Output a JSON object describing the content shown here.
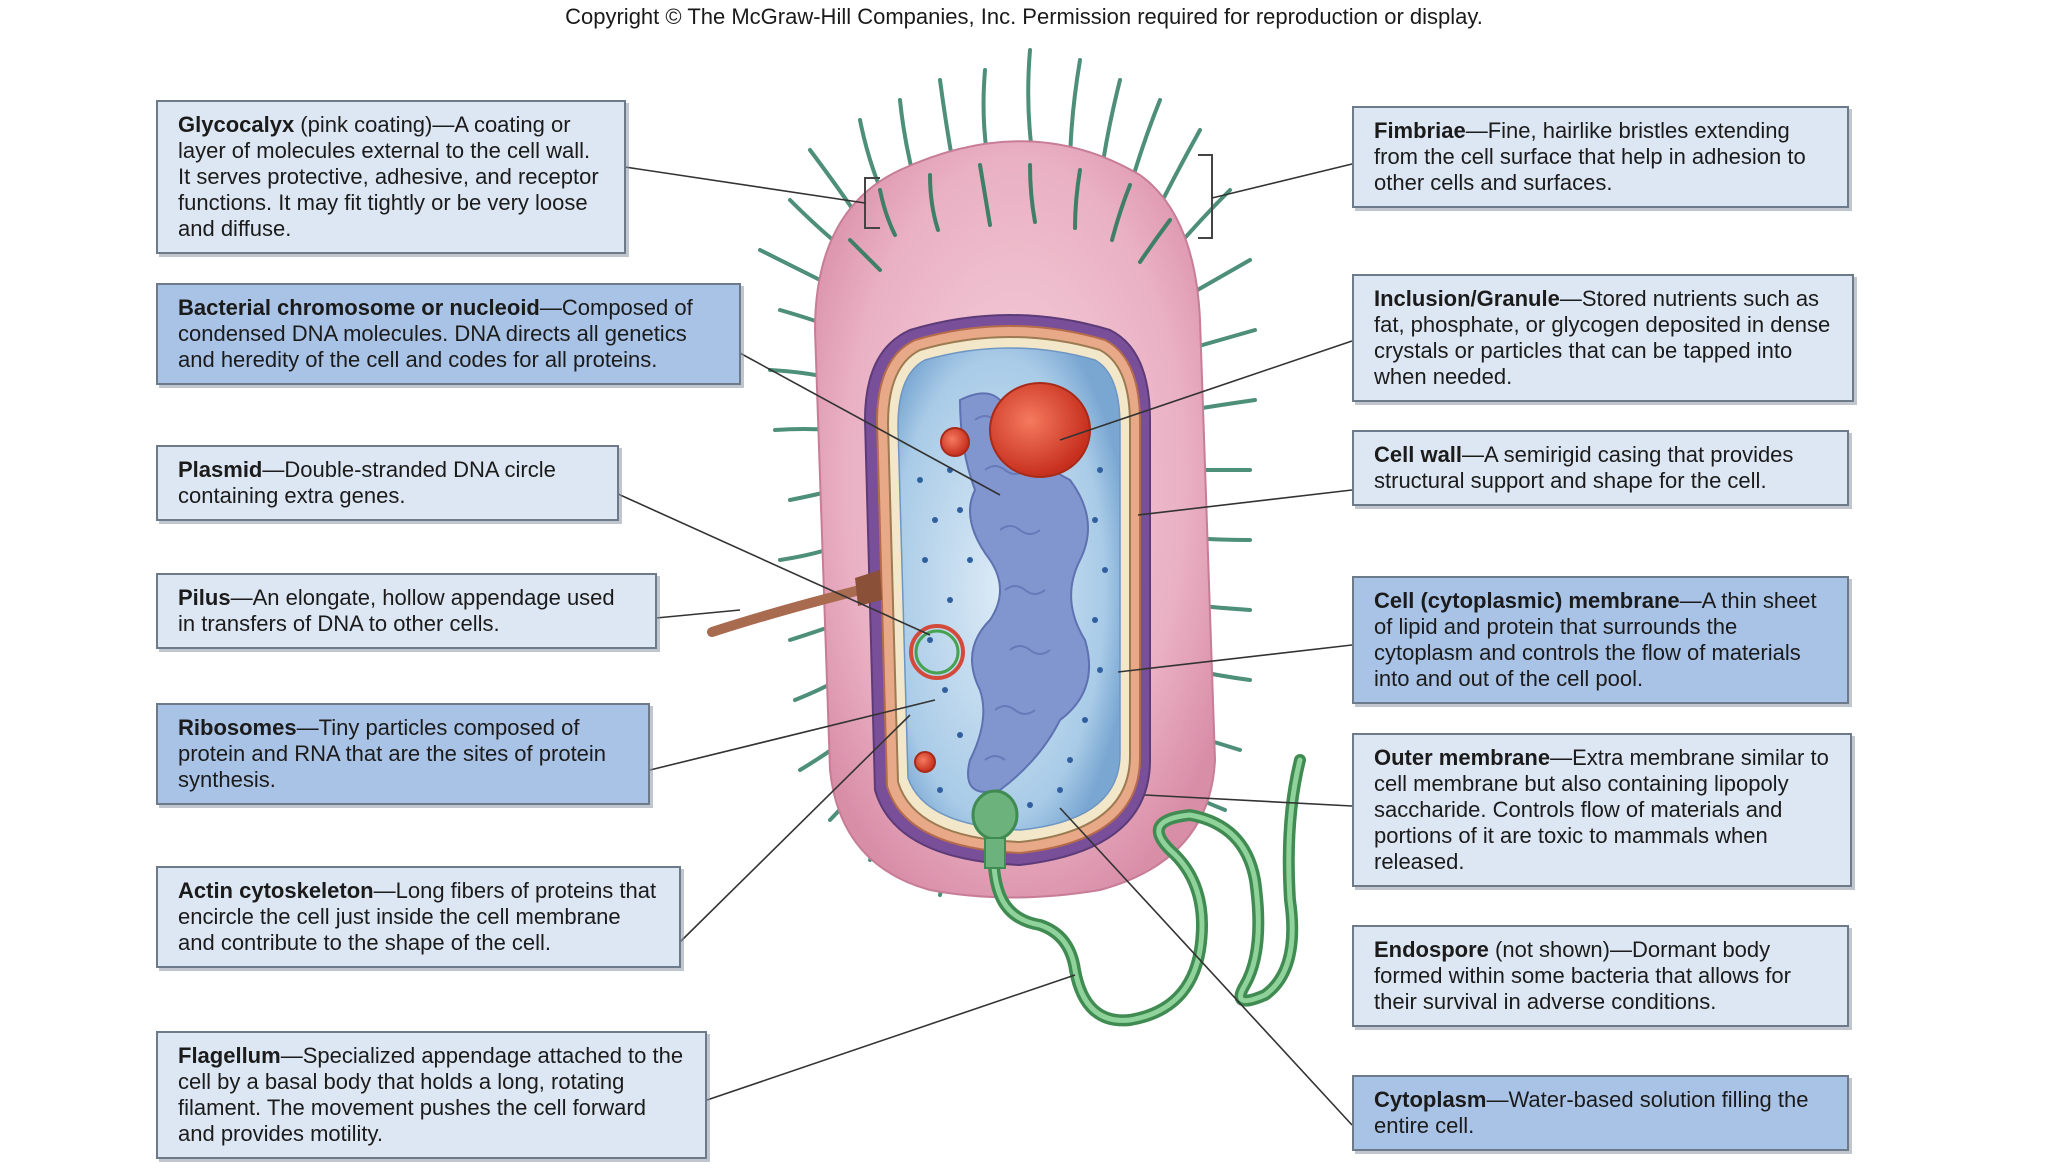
{
  "header": {
    "copyright": "Copyright © The McGraw-Hill Companies, Inc. Permission required for reproduction or display."
  },
  "labels": {
    "glycocalyx": {
      "term": "Glycocalyx",
      "qualifier": " (pink coating)",
      "desc": "—A coating or layer of molecules external to the cell wall. It serves protective, adhesive, and receptor functions. It may fit tightly or be very loose and diffuse."
    },
    "chromosome": {
      "term": "Bacterial chromosome or nucleoid",
      "desc": "—Composed of condensed DNA molecules. DNA directs all genetics and heredity of the cell and codes for all proteins."
    },
    "plasmid": {
      "term": "Plasmid",
      "desc": "—Double-stranded DNA circle containing extra genes."
    },
    "pilus": {
      "term": "Pilus",
      "desc": "—An elongate, hollow appendage used in transfers of DNA to other cells."
    },
    "ribosomes": {
      "term": "Ribosomes",
      "desc": "—Tiny particles composed of protein and RNA that are the sites of protein synthesis."
    },
    "actin": {
      "term": "Actin cytoskeleton",
      "desc": "—Long fibers of proteins that encircle the cell just inside the cell membrane and contribute to the shape of the cell."
    },
    "flagellum": {
      "term": "Flagellum",
      "desc": "—Specialized appendage attached to the cell by a basal body that holds a long, rotating filament. The movement pushes the cell forward and provides motility."
    },
    "fimbriae": {
      "term": "Fimbriae",
      "desc": "—Fine, hairlike bristles extending from the cell surface that help in adhesion to other cells and surfaces."
    },
    "inclusion": {
      "term": "Inclusion/Granule",
      "desc": "—Stored nutrients such as fat, phosphate, or glycogen deposited in dense crystals or particles that can be tapped into when needed."
    },
    "cellwall": {
      "term": "Cell wall",
      "desc": "—A semirigid casing that provides structural support and shape for the cell."
    },
    "membrane": {
      "term": "Cell (cytoplasmic) membrane",
      "desc": "—A thin sheet of lipid and protein that surrounds the cytoplasm and controls the flow of materials into and out of the cell pool."
    },
    "outer": {
      "term": "Outer membrane",
      "desc": "—Extra membrane similar to cell membrane but also containing lipopoly saccharide. Controls flow of materials and portions of it are toxic to mammals when released."
    },
    "endospore": {
      "term": "Endospore",
      "qualifier": " (not shown)",
      "desc": "—Dormant body formed within some bacteria that allows for their survival in adverse conditions."
    },
    "cytoplasm": {
      "term": "Cytoplasm",
      "desc": "—Water-based solution filling the entire cell."
    }
  },
  "colors": {
    "box_light": "#dde7f3",
    "box_dark": "#a9c3e6",
    "glycocalyx": "#eab3c5",
    "fimbriae": "#4d8f78",
    "cytoplasm": "#bcd8ee",
    "nucleoid": "#7f95cc",
    "granule": "#e0442d",
    "flagellum": "#6cb27c"
  }
}
